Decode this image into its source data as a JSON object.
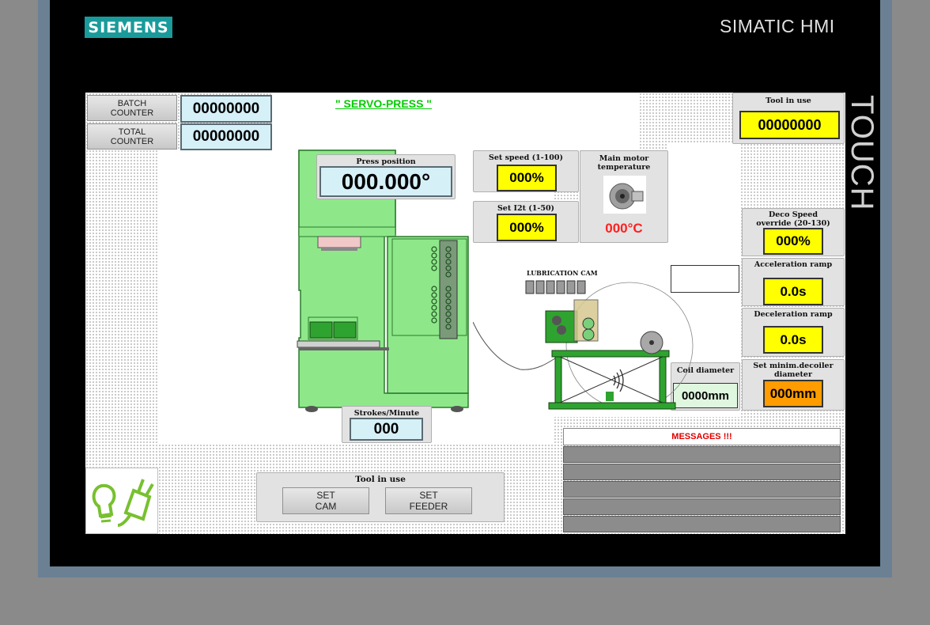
{
  "device": {
    "brand": "SIEMENS",
    "model": "SIMATIC HMI",
    "touch": "TOUCH"
  },
  "screen": {
    "title": "\" SERVO-PRESS \"",
    "batch_counter": {
      "label": "BATCH\nCOUNTER",
      "value": "00000000"
    },
    "total_counter": {
      "label": "TOTAL\nCOUNTER",
      "value": "00000000"
    },
    "tool_in_use_top": {
      "label": "Tool in use",
      "value": "00000000"
    },
    "press_position": {
      "label": "Press position",
      "value": "000.000°"
    },
    "set_speed": {
      "label": "Set speed (1-100)",
      "value": "000%"
    },
    "set_i2t": {
      "label": "Set I2t (1-50)",
      "value": "000%"
    },
    "motor_temp": {
      "label": "Main motor\ntemperature",
      "value": "000°C"
    },
    "deco_speed": {
      "label": "Deco Speed\noverride (20-130)",
      "value": "000%"
    },
    "accel_ramp": {
      "label": "Acceleration ramp",
      "value": "0.0s"
    },
    "decel_ramp": {
      "label": "Deceleration ramp",
      "value": "0.0s"
    },
    "min_decoiler": {
      "label": "Set minim.decoiler\ndiameter",
      "value": "000mm"
    },
    "coil_diameter": {
      "label": "Coil diameter",
      "value": "0000mm"
    },
    "strokes": {
      "label": "Strokes/Minute",
      "value": "000"
    },
    "lubrication": {
      "label": "LUBRICATION CAM"
    },
    "tool_in_use_bottom": {
      "label": "Tool in use",
      "set_cam": "SET\nCAM",
      "set_feeder": "SET\nFEEDER"
    },
    "messages": {
      "header": "MESSAGES !!!"
    }
  },
  "colors": {
    "machine_green": "#8ee88a",
    "display_yellow": "#ffff00",
    "display_orange": "#ff9c00",
    "alarm_red": "#e00000",
    "title_green": "#00cc00",
    "brand_teal": "#1a9b9b"
  }
}
